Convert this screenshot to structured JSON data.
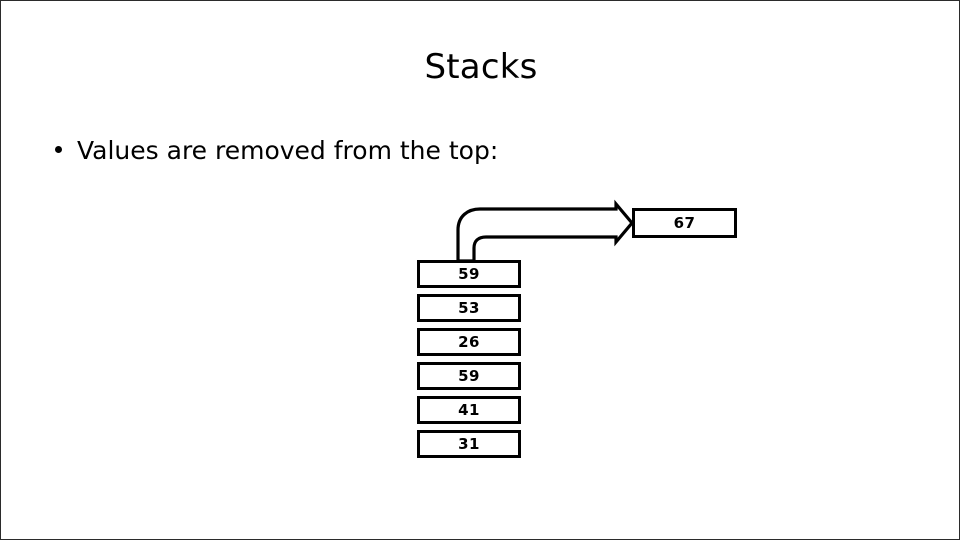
{
  "slide": {
    "title": "Stacks",
    "bullet": {
      "marker": "bullet-dot",
      "text": "Values are removed from the top:"
    },
    "background_color": "#ffffff",
    "border_color": "#2b2b2b",
    "ink_color": "#000000"
  },
  "diagram": {
    "arrow": {
      "name": "pop-arrow",
      "description": "hollow block arrow from top of stack curving right to popped value",
      "direction": "up-then-right",
      "style": "outlined",
      "stroke_color": "#000000",
      "fill_color": "#ffffff"
    },
    "popped_value": {
      "label": "67"
    },
    "stack": {
      "label": "stack-cells",
      "cells": [
        {
          "value": "59",
          "position": "top"
        },
        {
          "value": "53"
        },
        {
          "value": "26"
        },
        {
          "value": "59"
        },
        {
          "value": "41"
        },
        {
          "value": "31",
          "position": "bottom"
        }
      ]
    }
  }
}
